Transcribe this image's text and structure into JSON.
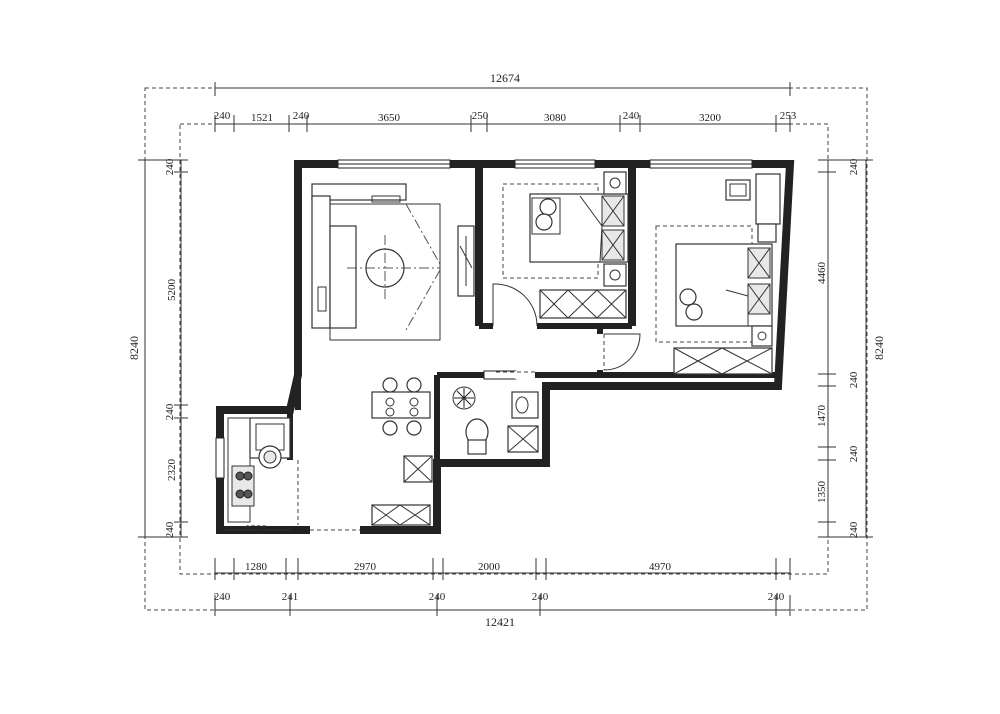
{
  "dimensions": {
    "top_total": "12674",
    "top": [
      "240",
      "1521",
      "240",
      "3650",
      "250",
      "3080",
      "240",
      "3200",
      "253"
    ],
    "bottom_inner": [
      "1280",
      "2970",
      "2000",
      "4970"
    ],
    "bottom_walls": [
      "240",
      "241",
      "240",
      "240",
      "240"
    ],
    "bottom_total": "12421",
    "left": [
      "240",
      "5200",
      "240",
      "2320",
      "240"
    ],
    "left_total": "8240",
    "right": [
      "240",
      "4460",
      "240",
      "1470",
      "240",
      "1350",
      "240"
    ],
    "right_total": "8240",
    "kitchen_width": "1280"
  }
}
